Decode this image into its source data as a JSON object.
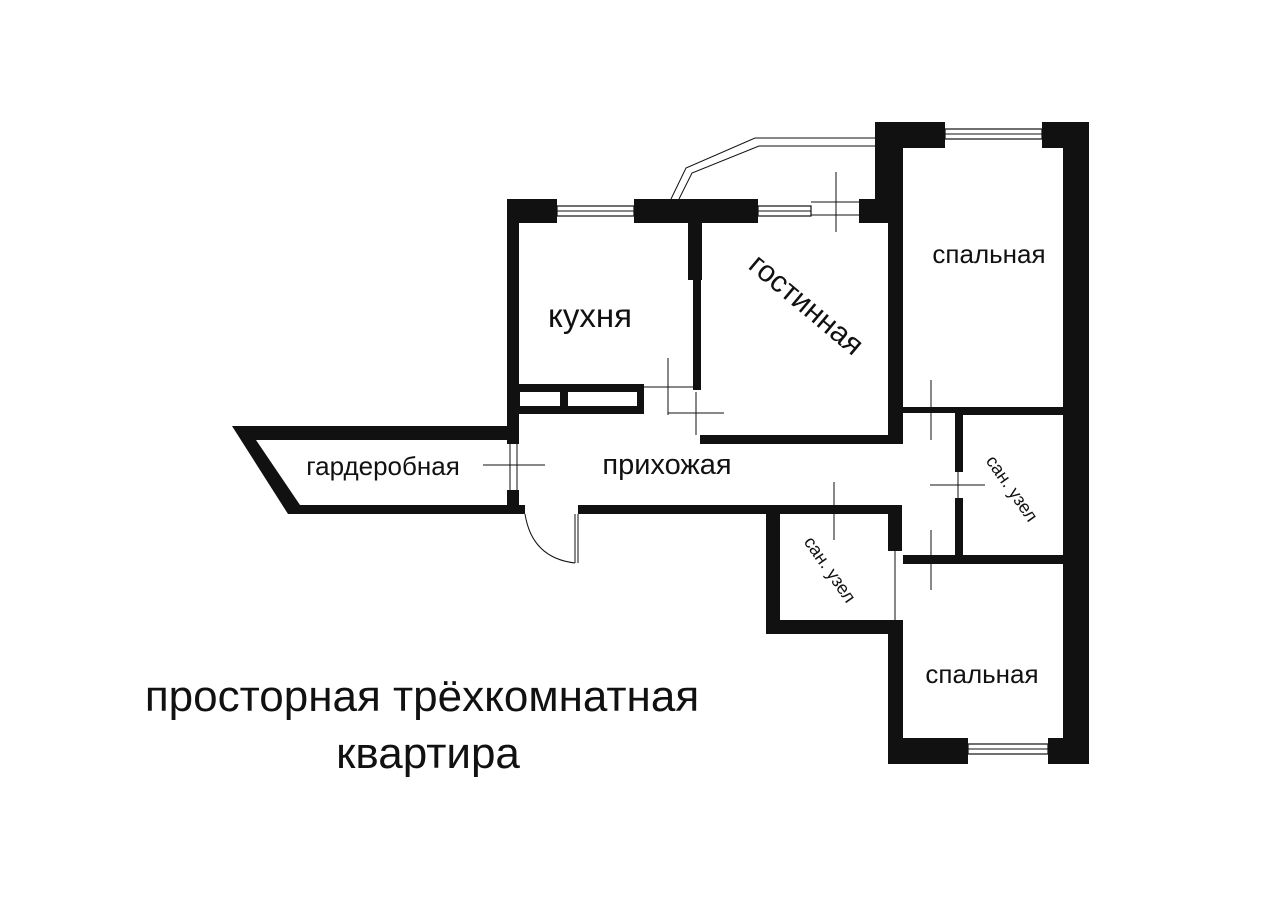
{
  "rooms": {
    "kitchen": "кухня",
    "living_room": "гостинная",
    "bedroom_top": "спальная",
    "bedroom_bottom": "спальная",
    "wardrobe": "гардеробная",
    "hallway": "прихожая",
    "bathroom_right": "сан. узел",
    "bathroom_left": "сан. узел"
  },
  "caption": {
    "line1": "просторная трёхкомнатная",
    "line2": "квартира"
  },
  "colors": {
    "wall": "#111111",
    "background": "#ffffff"
  }
}
